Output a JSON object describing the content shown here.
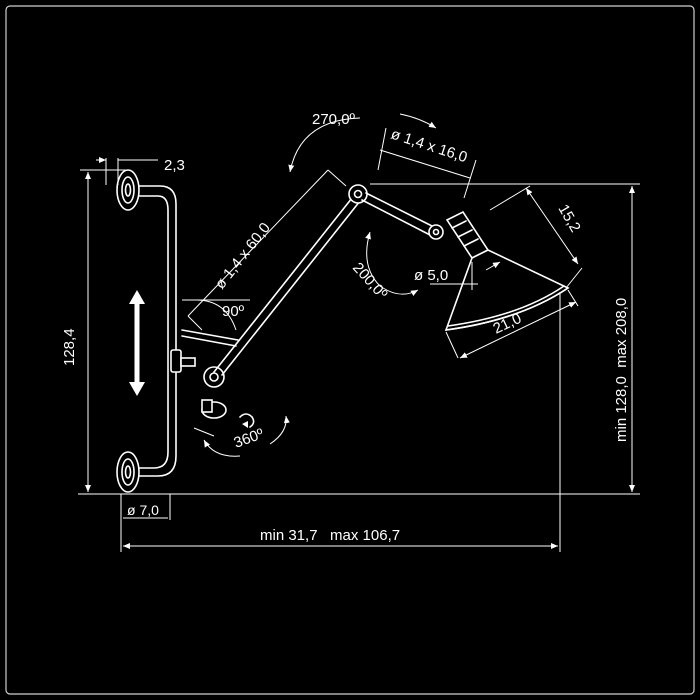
{
  "labels": {
    "wall_pad_thickness": "2,3",
    "rail_height": "128,4",
    "base_diameter": "ø 7,0",
    "width_range": "min 31,7   max 106,7",
    "height_range": "min 128,0  max 208,0",
    "arm_lower": "ø 1,4 x 60,0",
    "arm_upper": "ø 1,4 x 16,0",
    "rotation_upper": "270,0º",
    "rotation_head": "200,0º",
    "rotation_base": "360º",
    "angle_joint": "90º",
    "socket_diameter": "ø 5,0",
    "shade_diameter": "21,0",
    "shade_height": "15,2"
  },
  "colors": {
    "background": "#000000",
    "line": "#ffffff",
    "frame": "#cfcfcf"
  }
}
